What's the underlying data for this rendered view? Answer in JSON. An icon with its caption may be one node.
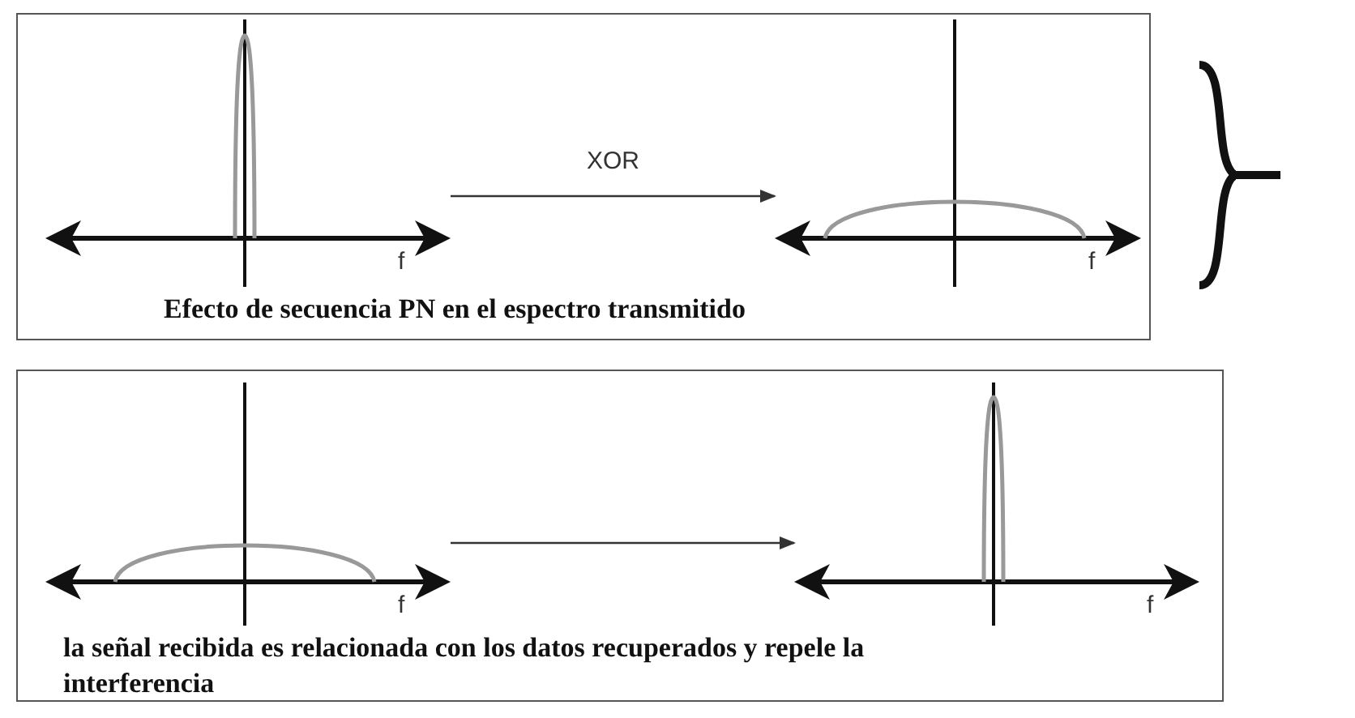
{
  "diagram": {
    "nodes": [
      {
        "text": [
          "Efecto de secuencia PN en el espectro transmitido"
        ]
      },
      {
        "text": [],
        "shape": "picture",
        "in": 0
      },
      {
        "text": [],
        "shape": "picture",
        "in": 0
      },
      {
        "text": [
          "la señal recibida es relacionada con los datos recuperados y repele la interferencia"
        ]
      },
      {
        "text": [],
        "shape": "picture",
        "in": 3
      },
      {
        "text": [],
        "shape": "picture",
        "in": 3
      }
    ],
    "edges": [
      {
        "from": 1,
        "to": 2,
        "arrow": "to",
        "label": "XOR"
      },
      {
        "from": 4,
        "to": 5,
        "arrow": "to"
      }
    ],
    "labels": [
      "f",
      "f",
      "f",
      "f"
    ]
  }
}
